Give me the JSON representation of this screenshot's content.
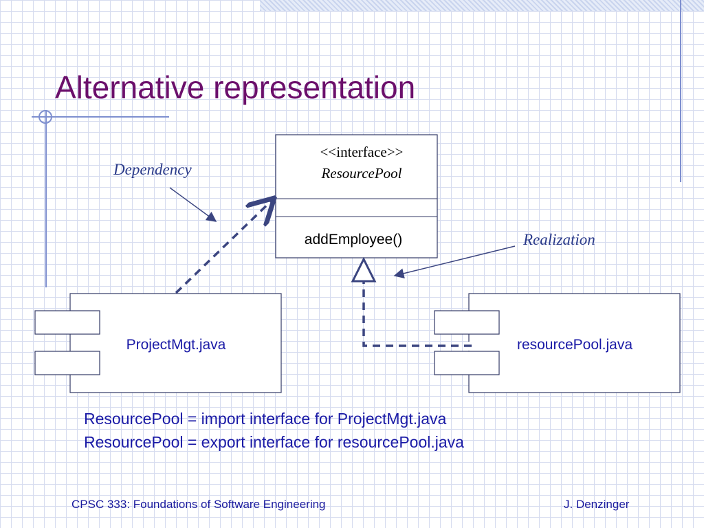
{
  "slide": {
    "title": "Alternative representation"
  },
  "diagram": {
    "interface_box": {
      "stereotype": "<<interface>>",
      "name": "ResourcePool",
      "operation": "addEmployee()"
    },
    "components": {
      "left": "ProjectMgt.java",
      "right": "resourcePool.java"
    },
    "labels": {
      "dependency": "Dependency",
      "realization": "Realization"
    }
  },
  "notes": [
    "ResourcePool = import interface for ProjectMgt.java",
    "ResourcePool = export interface for resourcePool.java"
  ],
  "footer": {
    "course": "CPSC 333: Foundations of Software Engineering",
    "author": "J. Denzinger"
  },
  "colors": {
    "title": "#6b0f6b",
    "text_blue": "#1a1aa6",
    "arrow": "#3b4580",
    "grid": "#d6dcef"
  }
}
